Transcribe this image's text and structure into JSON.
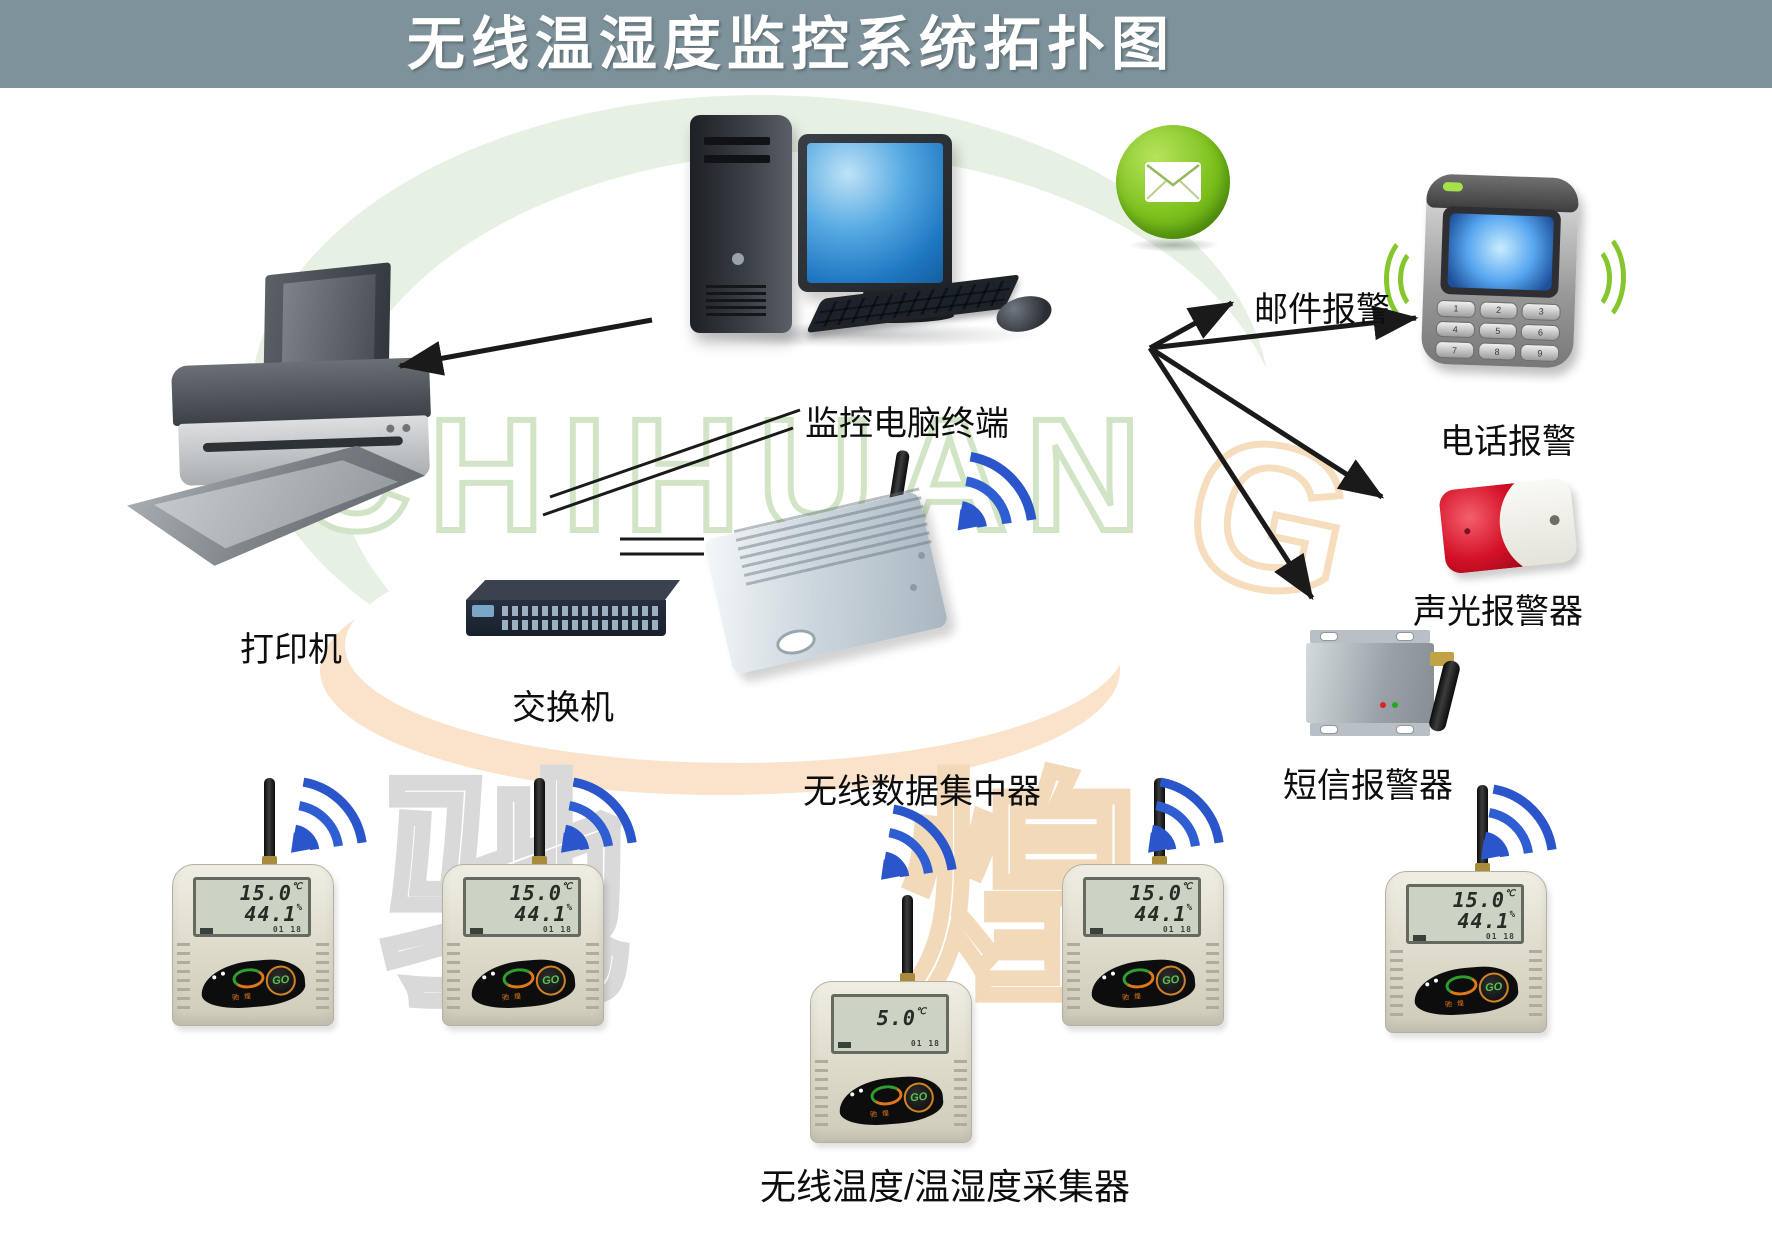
{
  "title": "无线温湿度监控系统拓扑图",
  "watermarks": {
    "brand_latin_main": "CHIHUAN",
    "brand_latin_tail": "G",
    "brand_cjk_first": "驰",
    "brand_cjk_second": "煌"
  },
  "labels": {
    "computer": "监控电脑终端",
    "printer": "打印机",
    "switch": "交换机",
    "concentrator": "无线数据集中器",
    "email_alarm": "邮件报警",
    "phone_alarm": "电话报警",
    "siren_alarm": "声光报警器",
    "sms_alarm": "短信报警器",
    "collectors": "无线温度/温湿度采集器"
  },
  "collector_units": [
    {
      "temp": "15.0",
      "temp_unit": "℃",
      "hum": "44.1",
      "hum_unit": "%",
      "status": "01 18",
      "go": "GO",
      "brand": "驰煌"
    },
    {
      "temp": "15.0",
      "temp_unit": "℃",
      "hum": "44.1",
      "hum_unit": "%",
      "status": "01 18",
      "go": "GO",
      "brand": "驰煌"
    },
    {
      "temp": "5.0",
      "temp_unit": "℃",
      "status": "01 18",
      "go": "GO",
      "brand": "驰煌"
    },
    {
      "temp": "15.0",
      "temp_unit": "℃",
      "hum": "44.1",
      "hum_unit": "%",
      "status": "01 18",
      "go": "GO",
      "brand": "驰煌"
    },
    {
      "temp": "15.0",
      "temp_unit": "℃",
      "hum": "44.1",
      "hum_unit": "%",
      "status": "01 18",
      "go": "GO",
      "brand": "驰煌"
    }
  ],
  "phone_keys": [
    "1",
    "2",
    "3",
    "4",
    "5",
    "6",
    "7",
    "8",
    "9"
  ],
  "colors": {
    "banner_bg": "#7e929b",
    "banner_text": "#ffffff",
    "wifi_blue": "#2b55cb",
    "email_green": "#7bc01c",
    "arrow": "#1a1a1a",
    "siren_red": "#d41127"
  }
}
